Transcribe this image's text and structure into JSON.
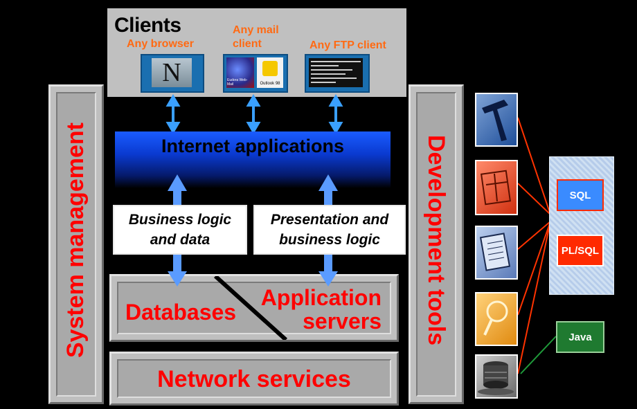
{
  "clients": {
    "title": "Clients",
    "browser_label": "Any browser",
    "mail_label_line1": "Any mail",
    "mail_label_line2": "client",
    "ftp_label": "Any FTP client",
    "browser_logo_letter": "N",
    "mail_logo_1": "Eudora Web-Mail",
    "mail_logo_2": "Outlook 98"
  },
  "internet_applications": "Internet applications",
  "logic_left": {
    "line1": "Business logic",
    "line2": "and data"
  },
  "logic_right": {
    "line1": "Presentation and",
    "line2": "business logic"
  },
  "databases": "Databases",
  "application_servers": {
    "line1": "Application",
    "line2": "servers"
  },
  "network_services": "Network services",
  "system_management": "System management",
  "development_tools": "Development tools",
  "languages": [
    "SQL",
    "PL/SQL",
    "Java"
  ],
  "icons": [
    "hammer-icon",
    "blueprint-icon",
    "document-icon",
    "magnifier-icon",
    "coffee-cup-icon"
  ],
  "colors": {
    "accent_orange": "#ff6a13",
    "title_red": "#ff0000",
    "band_blue": "#1a5cff",
    "connector_red": "#ff3300",
    "connector_green": "#1f9a3a"
  }
}
